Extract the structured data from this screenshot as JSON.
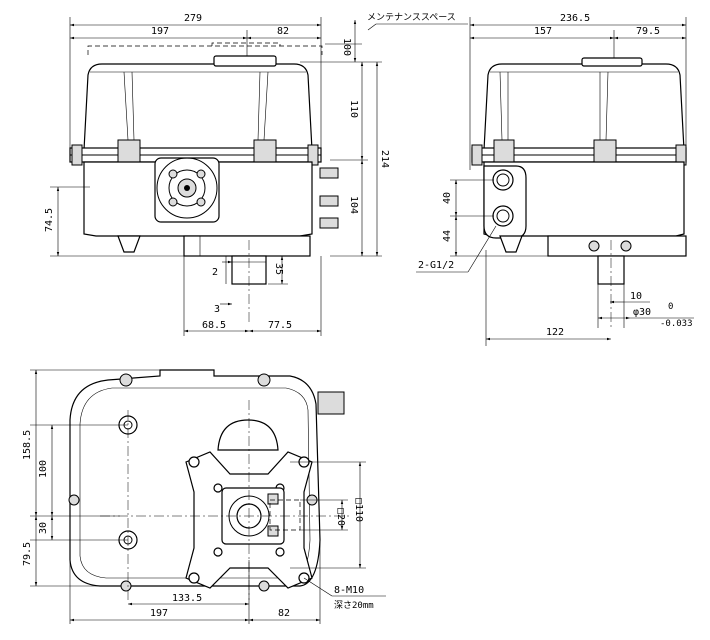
{
  "front": {
    "overall_width": "279",
    "left_width": "197",
    "right_width": "82",
    "maintenance_height": "100",
    "maintenance_label": "メンテナンススペース",
    "cover_height": "110",
    "total_height": "214",
    "lower_height": "104",
    "port_height": "74.5",
    "left_offset": "68.5",
    "right_offset": "77.5",
    "gap_2": "2",
    "gap_3": "3",
    "shaft_35": "35"
  },
  "side": {
    "overall_width": "236.5",
    "left_width": "157",
    "right_width": "79.5",
    "port_spacing": "40",
    "port_bottom": "44",
    "port_label": "2-G1/2",
    "shaft_10": "10",
    "shaft_dia": "φ30",
    "tol_upper": "0",
    "tol_lower": "-0.033",
    "bottom_width": "122"
  },
  "bottom": {
    "height_158": "158.5",
    "height_100": "100",
    "height_30": "30",
    "height_79": "79.5",
    "offset_133": "133.5",
    "left_width": "197",
    "right_width": "82",
    "box_20": "□20",
    "box_110": "□110",
    "bolt_label": "8-M10",
    "depth_label": "深さ20mm"
  }
}
